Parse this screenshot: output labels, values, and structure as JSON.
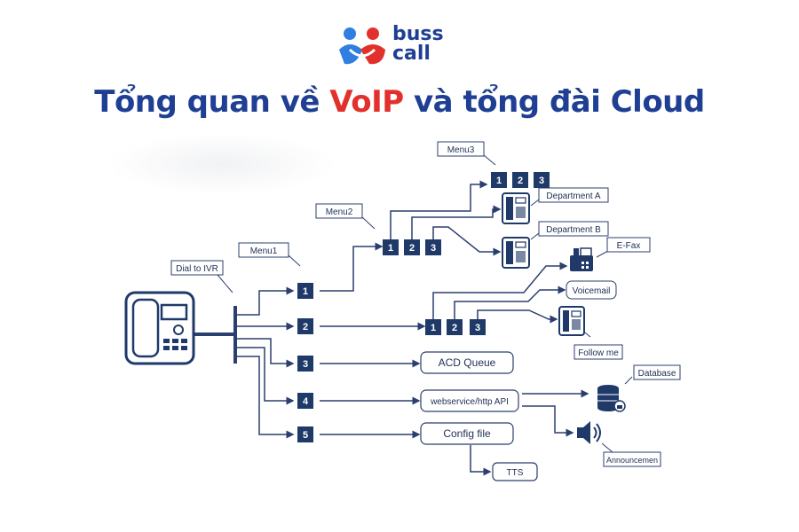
{
  "brand": {
    "line1": "buss",
    "line2": "call"
  },
  "title": {
    "part1": "Tổng quan về ",
    "highlight": "VoIP",
    "part2": " và tổng đài Cloud"
  },
  "colors": {
    "navy": "#1e3f93",
    "red": "#e2312d",
    "line": "#2b3f6e",
    "box": "#1f3a68"
  },
  "labels": {
    "dial_to_ivr": "Dial to IVR",
    "menu1": "Menu1",
    "menu2": "Menu2",
    "menu3": "Menu3",
    "department_a": "Department A",
    "department_b": "Department B",
    "efax": "E-Fax",
    "voicemail": "Voicemail",
    "follow_me": "Follow me",
    "database": "Database",
    "announcement": "Announcemen"
  },
  "menu1_keys": [
    "1",
    "2",
    "3",
    "4",
    "5"
  ],
  "menu2_keys": [
    "1",
    "2",
    "3"
  ],
  "menu3_keys": [
    "1",
    "2",
    "3"
  ],
  "submenu_keys": [
    "1",
    "2",
    "3"
  ],
  "boxes": {
    "acd_queue": "ACD Queue",
    "webservice": "webservice/http API",
    "config_file": "Config file",
    "tts": "TTS"
  }
}
